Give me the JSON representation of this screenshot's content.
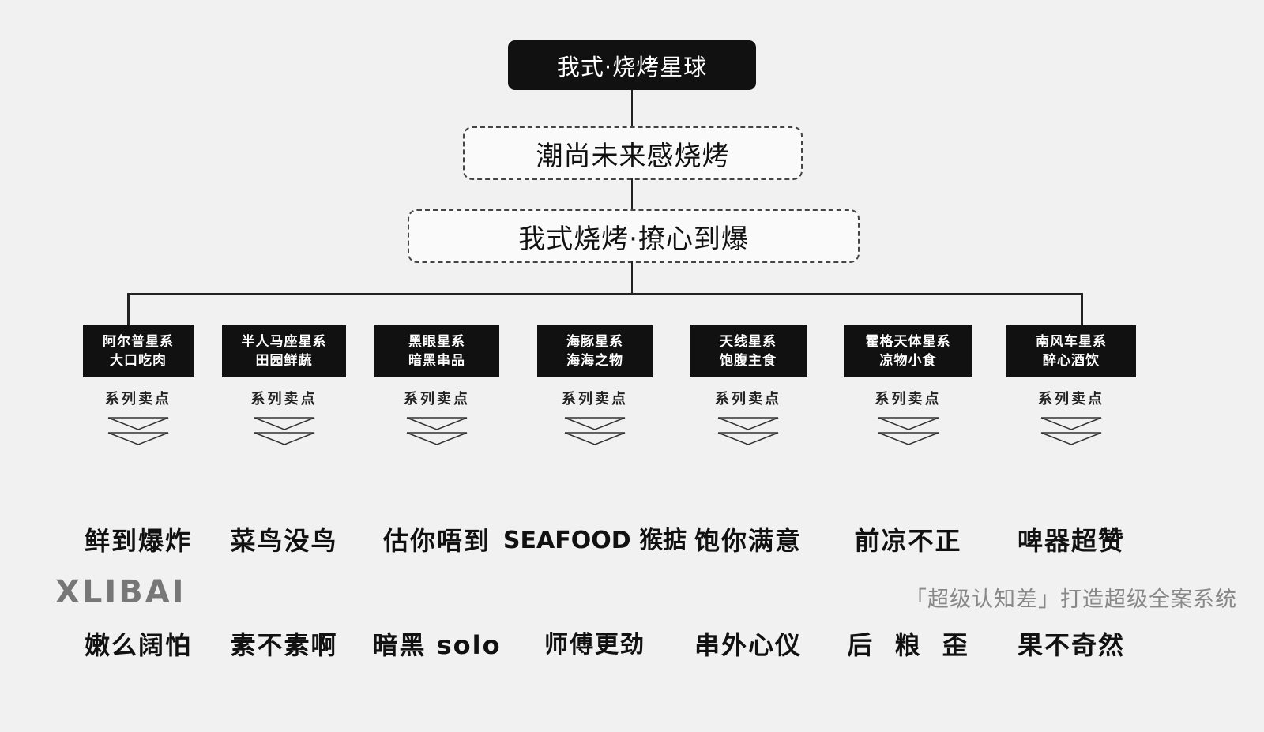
{
  "root": {
    "title": "我式·烧烤星球"
  },
  "tagline": "潮尚未来感烧烤",
  "slogan": "我式烧烤·撩心到爆",
  "selling_label": "系列卖点",
  "branches": [
    {
      "name": "阿尔普星系",
      "category": "大口吃肉",
      "slogan_line1": "鲜到爆炸",
      "slogan_line2": "嫩么阔怕"
    },
    {
      "name": "半人马座星系",
      "category": "田园鲜蔬",
      "slogan_line1": "菜鸟没鸟",
      "slogan_line2": "素不素啊"
    },
    {
      "name": "黑眼星系",
      "category": "暗黑串品",
      "slogan_line1": "估你唔到",
      "slogan_line2": "暗黑 solo"
    },
    {
      "name": "海豚星系",
      "category": "海海之物",
      "slogan_line1": "SEAFOOD 猴掂",
      "slogan_line2": "师傅更劲"
    },
    {
      "name": "天线星系",
      "category": "饱腹主食",
      "slogan_line1": "饱你满意",
      "slogan_line2": "串外心仪"
    },
    {
      "name": "霍格天体星系",
      "category": "凉物小食",
      "slogan_line1": "前凉不正",
      "slogan_line2": "后  粮  歪"
    },
    {
      "name": "南风车星系",
      "category": "醉心酒饮",
      "slogan_line1": "啤器超赞",
      "slogan_line2": "果不奇然"
    }
  ],
  "brand": "XLIBAI",
  "footer": "「超级认知差」打造超级全案系统"
}
